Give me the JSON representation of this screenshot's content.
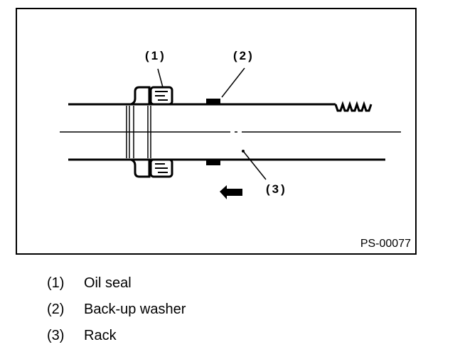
{
  "figure": {
    "id": "PS-00077",
    "callouts": [
      {
        "num": "(1)"
      },
      {
        "num": "(2)"
      },
      {
        "num": "(3)"
      }
    ],
    "direction_arrow": "left-arrow"
  },
  "legend": [
    {
      "num": "(1)",
      "label": "Oil seal"
    },
    {
      "num": "(2)",
      "label": "Back-up washer"
    },
    {
      "num": "(3)",
      "label": "Rack"
    }
  ]
}
